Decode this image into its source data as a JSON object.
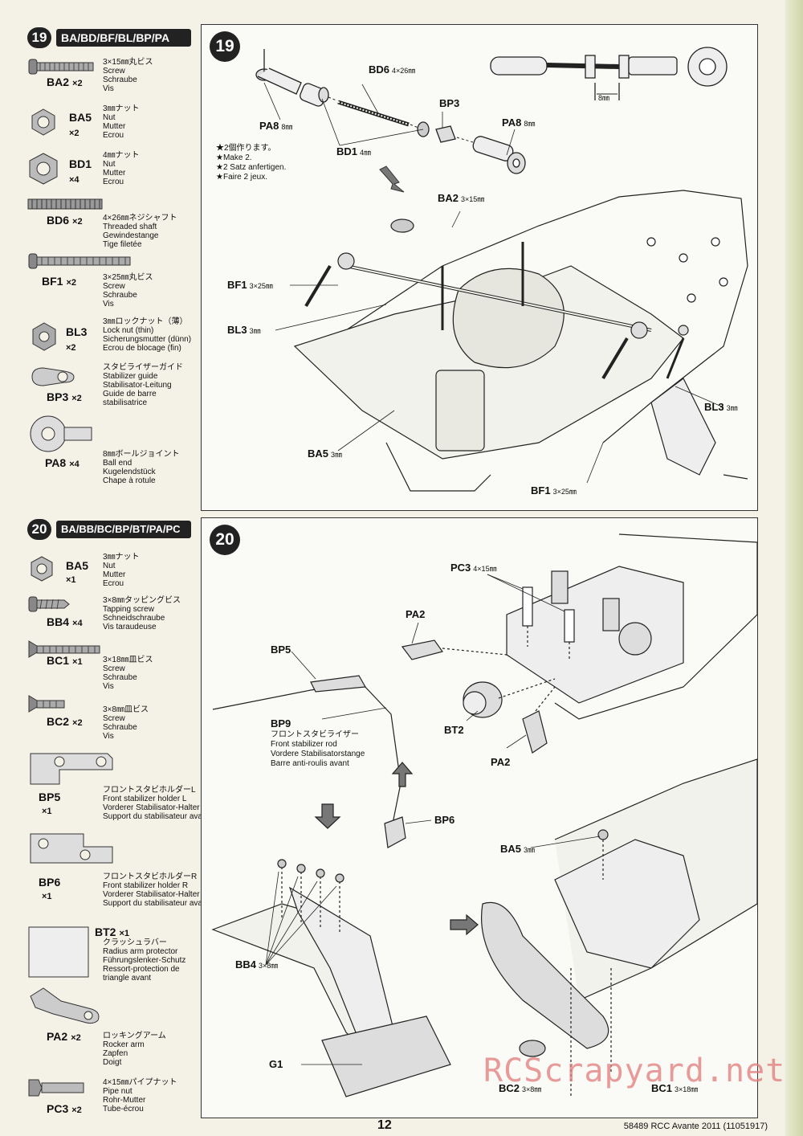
{
  "step19": {
    "number": "19",
    "tag": "BA/BD/BF/BL/BP/PA",
    "parts": [
      {
        "code": "BA2",
        "qty": "×2",
        "desc": "3×15㎜丸ビス\nScrew\nSchraube\nVis"
      },
      {
        "code": "BA5",
        "qty": "×2",
        "desc": "3㎜ナット\nNut\nMutter\nEcrou"
      },
      {
        "code": "BD1",
        "qty": "×4",
        "desc": "4㎜ナット\nNut\nMutter\nEcrou"
      },
      {
        "code": "BD6",
        "qty": "×2",
        "desc": "4×26㎜ネジシャフト\nThreaded shaft\nGewindestange\nTige filetée"
      },
      {
        "code": "BF1",
        "qty": "×2",
        "desc": "3×25㎜丸ビス\nScrew\nSchraube\nVis"
      },
      {
        "code": "BL3",
        "qty": "×2",
        "desc": "3㎜ロックナット（薄）\nLock nut (thin)\nSicherungsmutter (dünn)\nEcrou de blocage (fin)"
      },
      {
        "code": "BP3",
        "qty": "×2",
        "desc": "スタビライザーガイド\nStabilizer guide\nStabilisator-Leitung\nGuide de barre\nstabilisatrice"
      },
      {
        "code": "PA8",
        "qty": "×4",
        "desc": "8㎜ボールジョイント\nBall end\nKugelendstück\nChape à rotule"
      }
    ],
    "labels": {
      "bd6": "BD6",
      "bd6_size": "4×26㎜",
      "bp3": "BP3",
      "pa8_left": "PA8",
      "pa8_left_size": "8㎜",
      "pa8_right": "PA8",
      "pa8_right_size": "8㎜",
      "bd1": "BD1",
      "bd1_size": "4㎜",
      "dim": "8㎜",
      "ba2": "BA2",
      "ba2_size": "3×15㎜",
      "bf1_top": "BF1",
      "bf1_top_size": "3×25㎜",
      "bl3_left": "BL3",
      "bl3_left_size": "3㎜",
      "bl3_right": "BL3",
      "bl3_right_size": "3㎜",
      "ba5": "BA5",
      "ba5_size": "3㎜",
      "bf1_bottom": "BF1",
      "bf1_bottom_size": "3×25㎜"
    },
    "notes": [
      "★2個作ります。",
      "★Make 2.",
      "★2 Satz anfertigen.",
      "★Faire 2 jeux."
    ]
  },
  "step20": {
    "number": "20",
    "tag": "BA/BB/BC/BP/BT/PA/PC",
    "parts": [
      {
        "code": "BA5",
        "qty": "×1",
        "desc": "3㎜ナット\nNut\nMutter\nEcrou"
      },
      {
        "code": "BB4",
        "qty": "×4",
        "desc": "3×8㎜タッピングビス\nTapping screw\nSchneidschraube\nVis taraudeuse"
      },
      {
        "code": "BC1",
        "qty": "×1",
        "desc": "3×18㎜皿ビス\nScrew\nSchraube\nVis"
      },
      {
        "code": "BC2",
        "qty": "×2",
        "desc": "3×8㎜皿ビス\nScrew\nSchraube\nVis"
      },
      {
        "code": "BP5",
        "qty": "×1",
        "desc": "フロントスタビホルダーL\nFront stabilizer holder L\nVorderer Stabilisator-Halter L\nSupport du stabilisateur avant G"
      },
      {
        "code": "BP6",
        "qty": "×1",
        "desc": "フロントスタビホルダーR\nFront stabilizer holder R\nVorderer Stabilisator-Halter R\nSupport du stabilisateur avant D"
      },
      {
        "code": "BT2",
        "qty": "×1",
        "desc": "クラッシュラバー\nRadius arm protector\nFührungslenker-Schutz\nRessort-protection de\ntriangle avant"
      },
      {
        "code": "PA2",
        "qty": "×2",
        "desc": "ロッキングアーム\nRocker arm\nZapfen\nDoigt"
      },
      {
        "code": "PC3",
        "qty": "×2",
        "desc": "4×15㎜パイプナット\nPipe nut\nRohr-Mutter\nTube-écrou"
      }
    ],
    "labels": {
      "pc3": "PC3",
      "pc3_size": "4×15㎜",
      "pa2_top": "PA2",
      "pa2_bottom": "PA2",
      "bt2": "BT2",
      "bp5": "BP5",
      "bp9": "BP9",
      "bp9_desc": "フロントスタビライザー\nFront stabilizer rod\nVordere Stabilisatorstange\nBarre anti-roulis avant",
      "bp6": "BP6",
      "ba5": "BA5",
      "ba5_size": "3㎜",
      "bb4": "BB4",
      "bb4_size": "3×8㎜",
      "g1": "G1",
      "bc2": "BC2",
      "bc2_size": "3×8㎜",
      "bc1": "BC1",
      "bc1_size": "3×18㎜"
    }
  },
  "footer": {
    "page": "12",
    "code": "58489 RCC Avante 2011 (11051917)"
  },
  "watermark": "RCScrapyard.net"
}
